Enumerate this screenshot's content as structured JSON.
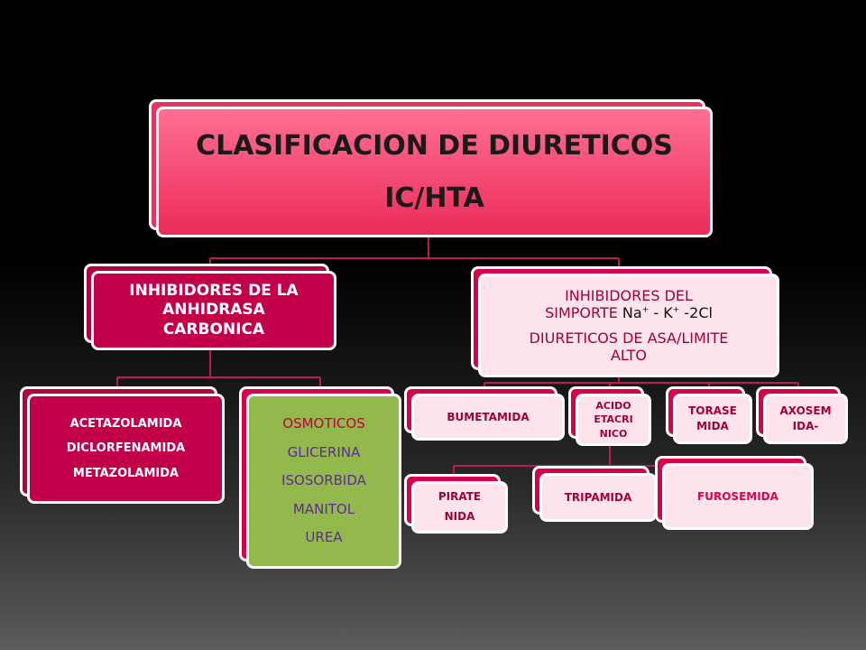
{
  "root": {
    "line1": "CLASIFICACION DE  DIURETICOS",
    "line2": "IC/HTA"
  },
  "anhidrasa": {
    "lines": [
      "INHIBIDORES DE LA",
      "ANHIDRASA",
      "CARBONICA"
    ]
  },
  "anhidrasa_drugs": {
    "lines": [
      "ACETAZOLAMIDA",
      "DICLORFENAMIDA",
      "METAZOLAMIDA"
    ]
  },
  "osmoticos": {
    "title": "OSMOTICOS",
    "items": [
      "GLICERINA",
      "ISOSORBIDA",
      "MANITOL",
      "UREA"
    ]
  },
  "simporte": {
    "line1": "INHIBIDORES DEL",
    "simporte_word": "SIMPORTE",
    "ion_na": "Na",
    "ion_k": "K",
    "ion_cl": "-2Cl",
    "charge": "+",
    "dash": "-",
    "line3": "DIURETICOS DE ASA/LIMITE",
    "line4": "ALTO"
  },
  "asa_drugs": {
    "bumetamida": "BUMETAMIDA",
    "acido": [
      "ACIDO",
      "ETACRI",
      "NICO"
    ],
    "torasemida": [
      "TORASE",
      "MIDA"
    ],
    "axosemida": [
      "AXOSEM",
      "IDA-"
    ],
    "piretanida": [
      "PIRATE",
      "NIDA"
    ],
    "tripamida": "TRIPAMIDA",
    "furosemida": "FUROSEMIDA"
  },
  "colors": {
    "connector": "#c2185b",
    "root": "#ea2b5a",
    "crimson": "#c2004a",
    "pink_fill": "#fde4ec",
    "green": "#93b84b",
    "purple_text": "#5c2d91"
  }
}
